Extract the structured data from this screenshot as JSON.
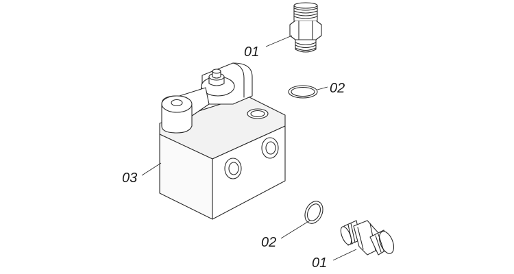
{
  "callouts": {
    "fitting_top": "01",
    "seal_top": "02",
    "valve_block": "03",
    "seal_bottom": "02",
    "fitting_bottom": "01"
  }
}
